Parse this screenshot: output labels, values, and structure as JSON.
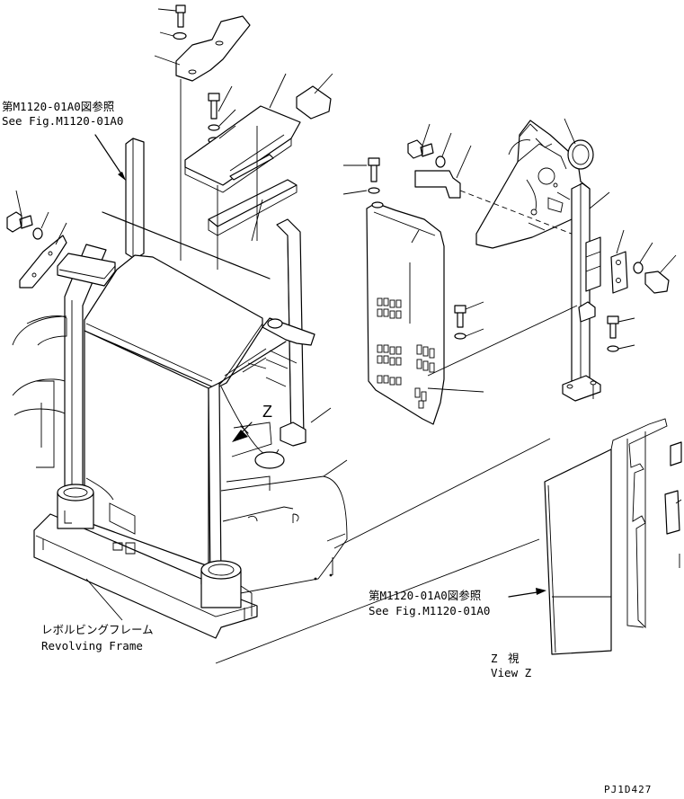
{
  "diagram_id": "PJ1D427",
  "references": {
    "upper_left_jp": "第M1120-01A0図参照",
    "upper_left_en": "See Fig.M1120-01A0",
    "lower_right_jp": "第M1120-01A0図参照",
    "lower_right_en": "See Fig.M1120-01A0"
  },
  "frame": {
    "label_jp": "レボルビングフレーム",
    "label_en": "Revolving Frame"
  },
  "view": {
    "marker": "Z",
    "label_jp": "Z 視",
    "label_en": "View Z"
  }
}
